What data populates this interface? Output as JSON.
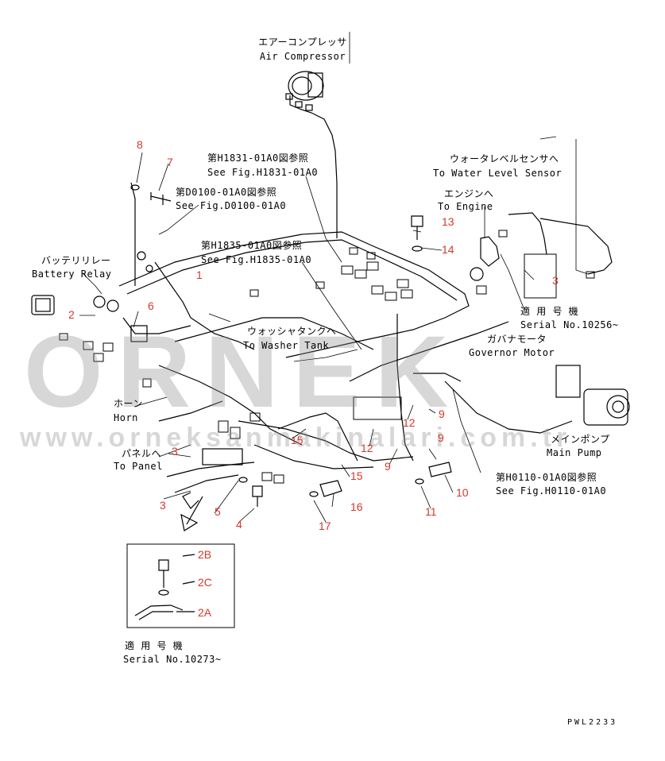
{
  "labels": {
    "air_compressor_jp": "エアーコンプレッサ",
    "air_compressor_en": "Air Compressor",
    "fig_h1831_jp": "第H1831-01A0図参照",
    "fig_h1831_en": "See Fig.H1831-01A0",
    "fig_d0100_jp": "第D0100-01A0図参照",
    "fig_d0100_en": "See Fig.D0100-01A0",
    "fig_h1835_jp": "第H1835-01A0図参照",
    "fig_h1835_en": "See Fig.H1835-01A0",
    "water_level_jp": "ウォータレベルセンサへ",
    "water_level_en": "To Water Level Sensor",
    "engine_jp": "エンジンへ",
    "engine_en": "To Engine",
    "battery_relay_jp": "バッテリリレー",
    "battery_relay_en": "Battery Relay",
    "serial1_jp": "適 用 号 機",
    "serial1_en": "Serial No.10256~",
    "governor_jp": "ガバナモータ",
    "governor_en": "Governor Motor",
    "washer_jp": "ウォッシャタンクへ",
    "washer_en": "To Washer Tank",
    "horn_jp": "ホーン",
    "horn_en": "Horn",
    "panel_jp": "パネルへ",
    "panel_en": "To Panel",
    "main_pump_jp": "メインポンプ",
    "main_pump_en": "Main Pump",
    "fig_h0110_jp": "第H0110-01A0図参照",
    "fig_h0110_en": "See Fig.H0110-01A0",
    "serial2_jp": "適 用 号 機",
    "serial2_en": "Serial No.10273~",
    "drawing_code": "PWL2233"
  },
  "parts": {
    "p1": "1",
    "p2": "2",
    "p2a": "2A",
    "p2b": "2B",
    "p2c": "2C",
    "p3a": "3",
    "p3b": "3",
    "p3c": "3",
    "p4": "4",
    "p5": "5",
    "p6": "6",
    "p7": "7",
    "p8": "8",
    "p9a": "9",
    "p9b": "9",
    "p9c": "9",
    "p10": "10",
    "p11": "11",
    "p12a": "12",
    "p12b": "12",
    "p13": "13",
    "p14": "14",
    "p15a": "15",
    "p15b": "15",
    "p16": "16",
    "p17": "17"
  },
  "watermark": {
    "brand": "ORNEK",
    "url": "www.orneksanmakinalari.com.tr"
  },
  "colors": {
    "part_number": "#d23a2a",
    "watermark": "#8c8c8c"
  }
}
